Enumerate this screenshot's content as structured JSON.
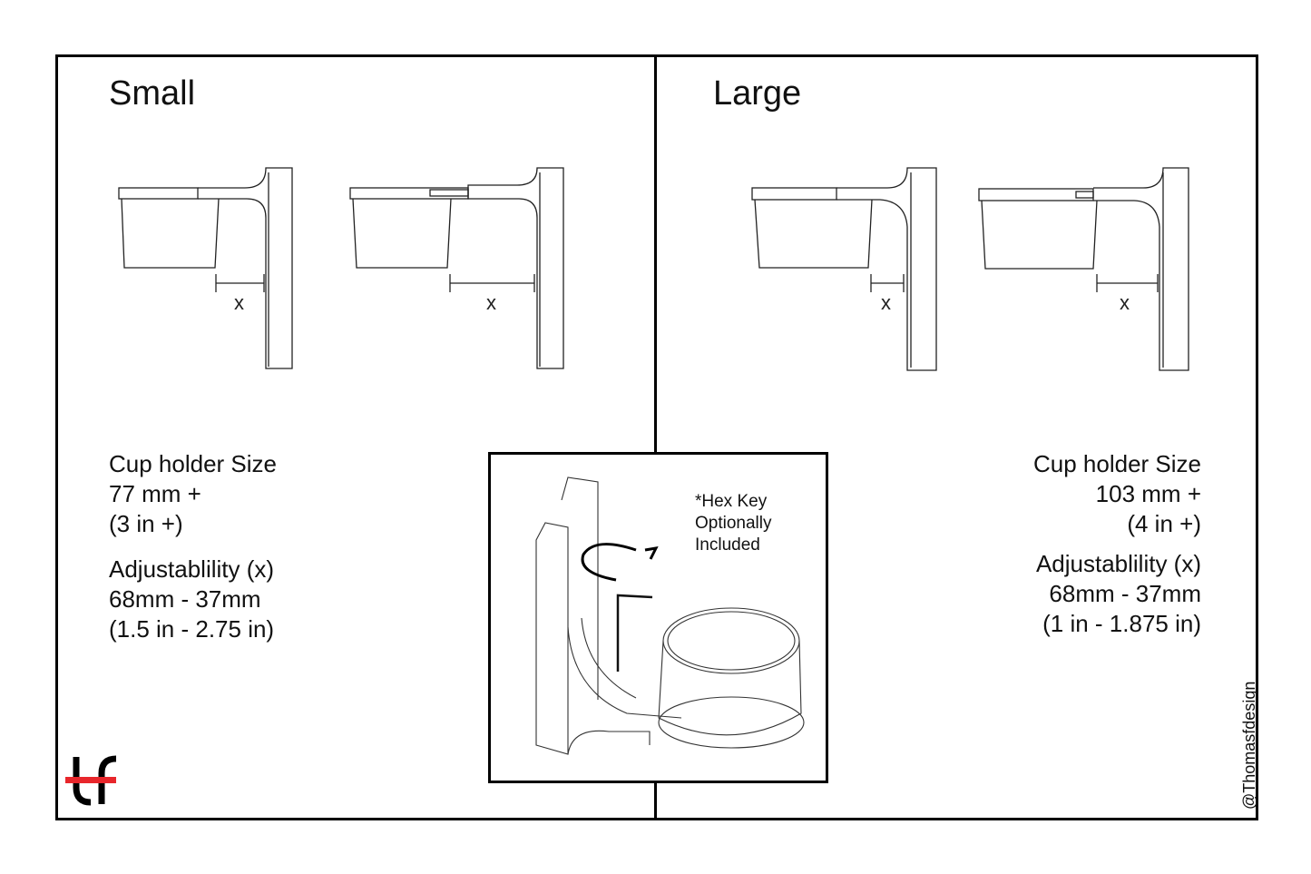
{
  "small": {
    "title": "Small",
    "dimension_label": "x",
    "size_heading": "Cup holder Size",
    "size_mm": "77 mm +",
    "size_in": "(3 in +)",
    "adjust_heading": "Adjustablility (x)",
    "adjust_mm": "68mm - 37mm",
    "adjust_in": "(1.5 in - 2.75 in)"
  },
  "large": {
    "title": "Large",
    "dimension_label": "x",
    "size_heading": "Cup holder Size",
    "size_mm": "103 mm +",
    "size_in": "(4 in +)",
    "adjust_heading": "Adjustablility (x)",
    "adjust_mm": "68mm - 37mm",
    "adjust_in": "(1 in - 1.875 in)"
  },
  "inset": {
    "note_line1": "*Hex Key",
    "note_line2": "Optionally",
    "note_line3": "Included"
  },
  "watermark": "@Thomasfdesign",
  "logo": {
    "text": "tf",
    "accent": "#e8262b"
  }
}
